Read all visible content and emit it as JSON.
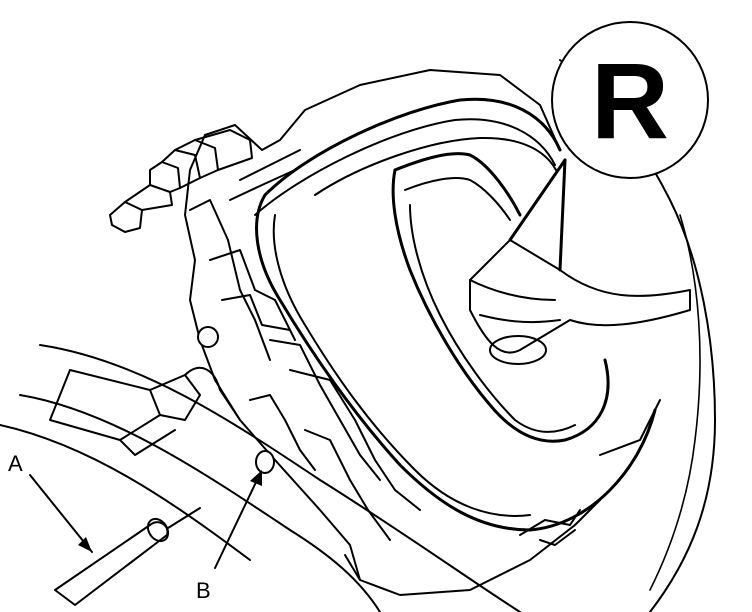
{
  "diagram": {
    "callouts": {
      "a": "A",
      "b": "B"
    },
    "position_indicator": "R"
  }
}
